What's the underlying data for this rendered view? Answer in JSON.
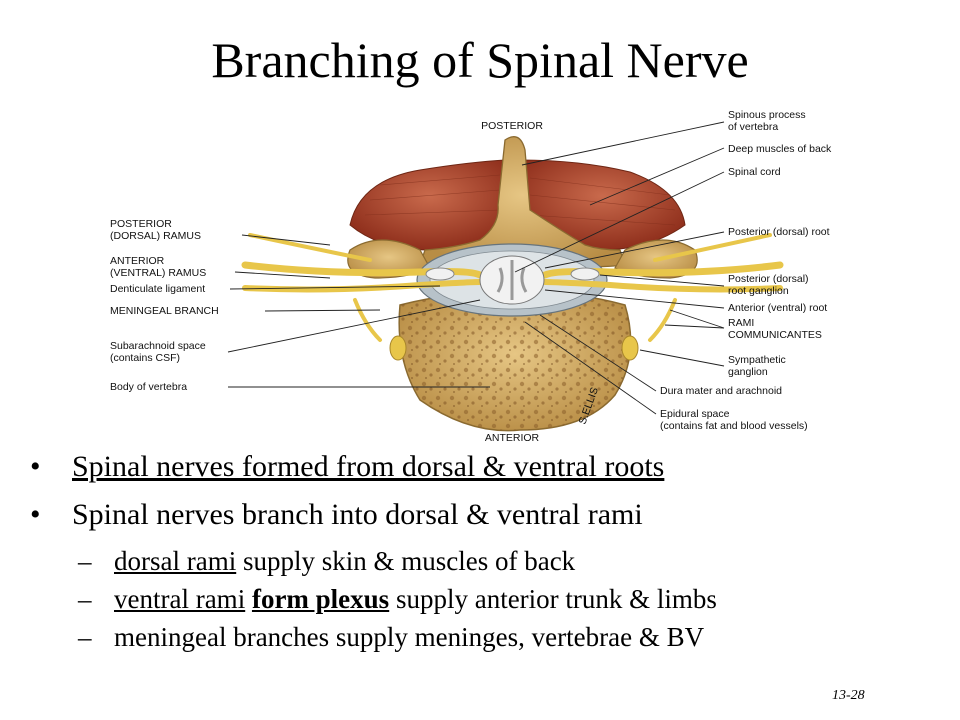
{
  "title": "Branching of  Spinal Nerve",
  "diagram": {
    "top_label": "POSTERIOR",
    "bottom_label": "ANTERIOR",
    "signature": "S.ELLIS",
    "left_labels": {
      "posterior_ramus": [
        "POSTERIOR",
        "(DORSAL) RAMUS"
      ],
      "anterior_ramus": [
        "ANTERIOR",
        "(VENTRAL) RAMUS"
      ],
      "denticulate": "Denticulate ligament",
      "meningeal": "MENINGEAL BRANCH",
      "subarachnoid": [
        "Subarachnoid space",
        "(contains CSF)"
      ],
      "body": "Body of vertebra"
    },
    "right_labels": {
      "spinous": [
        "Spinous process",
        "of vertebra"
      ],
      "deep_muscles": "Deep muscles of back",
      "spinal_cord": "Spinal cord",
      "posterior_root": "Posterior (dorsal) root",
      "root_ganglion": [
        "Posterior (dorsal)",
        "root ganglion"
      ],
      "anterior_root": "Anterior (ventral) root",
      "rami": [
        "RAMI",
        "COMMUNICANTES"
      ],
      "sympathetic": [
        "Sympathetic",
        "ganglion"
      ],
      "dura": "Dura mater and arachnoid",
      "epidural": [
        "Epidural space",
        "(contains fat and blood vessels)"
      ]
    }
  },
  "bullets": {
    "b1": "Spinal nerves formed from dorsal & ventral roots",
    "b2": "Spinal nerves branch into dorsal & ventral rami",
    "dot": "•",
    "dash": "–",
    "sub1": {
      "u": "dorsal rami",
      "rest": " supply skin & muscles of back"
    },
    "sub2": {
      "u": "ventral rami",
      "space": " ",
      "bold": "form plexus",
      "rest": " supply anterior trunk & limbs"
    },
    "sub3": "meningeal branches supply meninges, vertebrae & BV"
  },
  "slide_number": "13-28",
  "colors": {
    "muscle": "#b24a2e",
    "bone": "#d7b06a",
    "nerve": "#e8c64a",
    "cord": "#efefef"
  }
}
